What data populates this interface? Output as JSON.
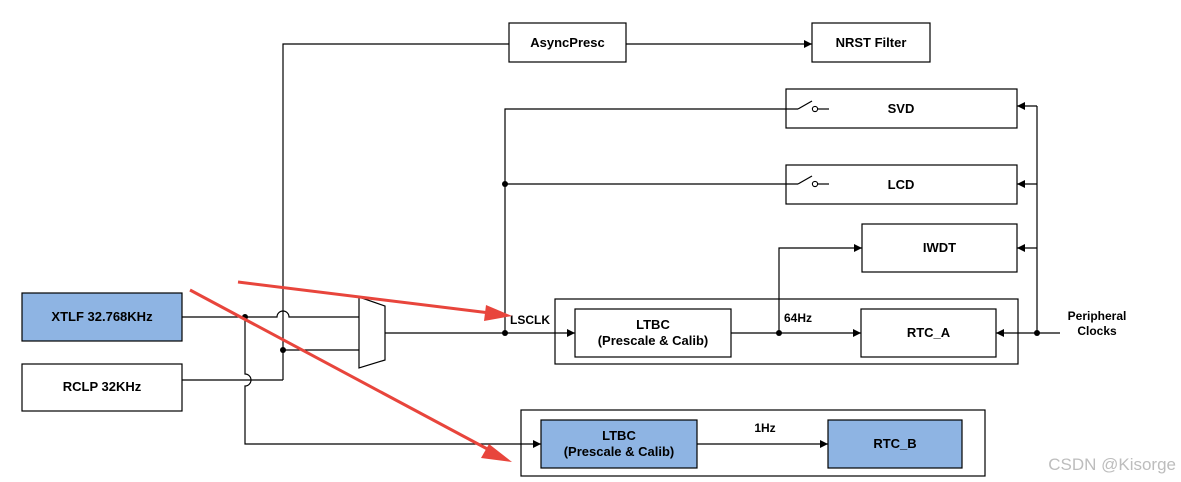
{
  "blocks": {
    "async_presc": "AsyncPresc",
    "nrst_filter": "NRST Filter",
    "svd": "SVD",
    "lcd": "LCD",
    "iwdt": "IWDT",
    "xtlf": "XTLF 32.768KHz",
    "rclp": "RCLP 32KHz",
    "ltbc_a_line1": "LTBC",
    "ltbc_a_line2": "(Prescale & Calib)",
    "rtc_a": "RTC_A",
    "ltbc_b_line1": "LTBC",
    "ltbc_b_line2": "(Prescale & Calib)",
    "rtc_b": "RTC_B"
  },
  "signals": {
    "lsclk": "LSCLK",
    "freq_64hz": "64Hz",
    "freq_1hz": "1Hz",
    "peripheral_line1": "Peripheral",
    "peripheral_line2": "Clocks"
  },
  "watermark": "CSDN @Kisorge",
  "colors": {
    "highlight_fill": "#8eb4e3",
    "line": "#000000",
    "annotation_arrow": "#e8453c",
    "watermark": "#bdbdbd"
  }
}
